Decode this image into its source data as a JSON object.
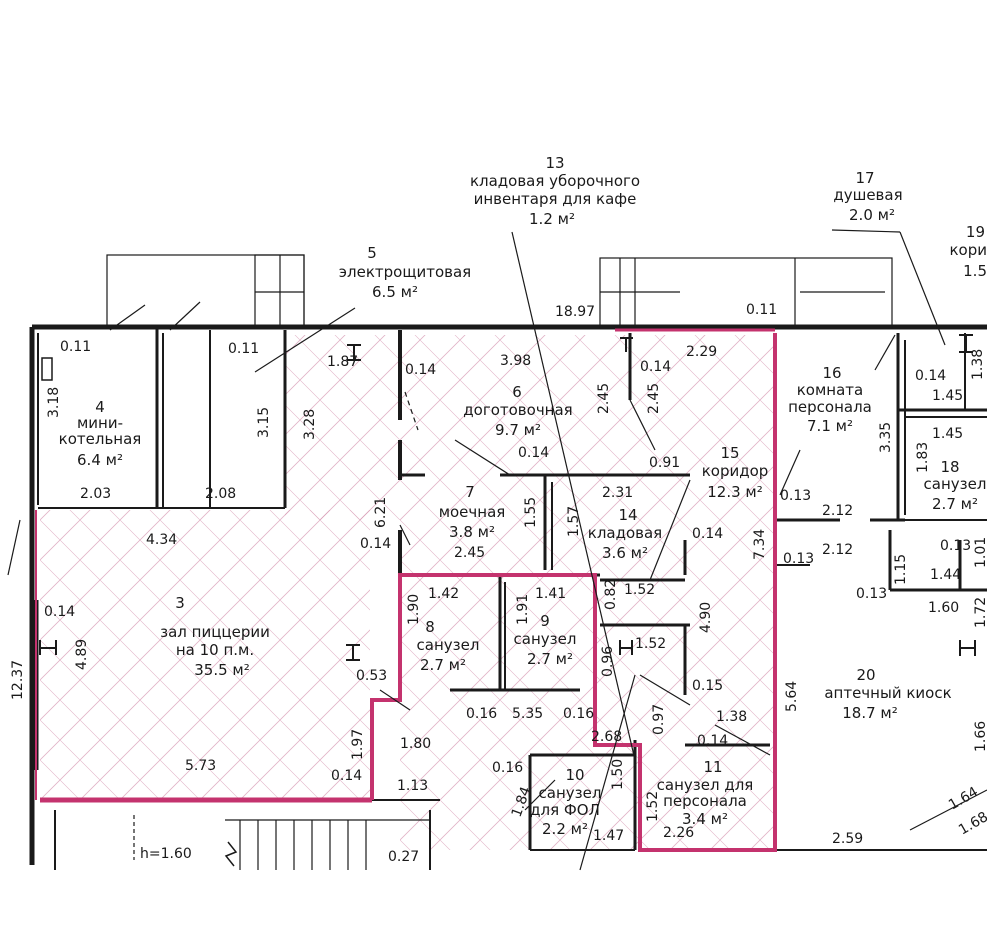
{
  "rooms": [
    {
      "id": "r3",
      "number": "3",
      "name1": "зал пиццерии",
      "name2": "на 10 п.м.",
      "area": "35.5 м²"
    },
    {
      "id": "r4",
      "number": "4",
      "name1": "мини-",
      "name2": "котельная",
      "area": "6.4 м²"
    },
    {
      "id": "r5",
      "number": "5",
      "name1": "электрощитовая",
      "name2": "",
      "area": "6.5 м²"
    },
    {
      "id": "r6",
      "number": "6",
      "name1": "доготовочная",
      "name2": "",
      "area": "9.7 м²"
    },
    {
      "id": "r7",
      "number": "7",
      "name1": "моечная",
      "name2": "",
      "area": "3.8 м²"
    },
    {
      "id": "r8",
      "number": "8",
      "name1": "санузел",
      "name2": "",
      "area": "2.7 м²"
    },
    {
      "id": "r9",
      "number": "9",
      "name1": "санузел",
      "name2": "",
      "area": "2.7 м²"
    },
    {
      "id": "r10",
      "number": "10",
      "name1": "санузел",
      "name2": "для ФОЛ",
      "area": "2.2 м²"
    },
    {
      "id": "r11",
      "number": "11",
      "name1": "санузел для",
      "name2": "персонала",
      "area": "3.4 м²"
    },
    {
      "id": "r13",
      "number": "13",
      "name1": "кладовая уборочного",
      "name2": "инвентаря для кафе",
      "area": "1.2 м²"
    },
    {
      "id": "r14",
      "number": "14",
      "name1": "кладовая",
      "name2": "",
      "area": "3.6 м²"
    },
    {
      "id": "r15",
      "number": "15",
      "name1": "коридор",
      "name2": "",
      "area": "12.3 м²"
    },
    {
      "id": "r16",
      "number": "16",
      "name1": "комната",
      "name2": "персонала",
      "area": "7.1 м²"
    },
    {
      "id": "r17",
      "number": "17",
      "name1": "душевая",
      "name2": "",
      "area": "2.0 м²"
    },
    {
      "id": "r18",
      "number": "18",
      "name1": "санузел",
      "name2": "",
      "area": "2.7 м²"
    },
    {
      "id": "r19",
      "number": "19",
      "name1": "кори",
      "name2": "",
      "area": "1.5"
    },
    {
      "id": "r20",
      "number": "20",
      "name1": "аптечный киоск",
      "name2": "",
      "area": "18.7 м²"
    }
  ],
  "dimensions": [
    {
      "id": "d1",
      "text": "0.11"
    },
    {
      "id": "d2",
      "text": "0.11"
    },
    {
      "id": "d3",
      "text": "1.87"
    },
    {
      "id": "d4",
      "text": "0.14"
    },
    {
      "id": "d5",
      "text": "3.98"
    },
    {
      "id": "d6",
      "text": "18.97"
    },
    {
      "id": "d7",
      "text": "0.11"
    },
    {
      "id": "d8",
      "text": "0.14"
    },
    {
      "id": "d9",
      "text": "2.29"
    },
    {
      "id": "d10",
      "text": "0.14"
    },
    {
      "id": "d11",
      "text": "1.38"
    },
    {
      "id": "d12",
      "text": "3.18"
    },
    {
      "id": "d13",
      "text": "3.15"
    },
    {
      "id": "d14",
      "text": "3.28"
    },
    {
      "id": "d15",
      "text": "2.45"
    },
    {
      "id": "d16",
      "text": "2.45"
    },
    {
      "id": "d17",
      "text": "1.45"
    },
    {
      "id": "d18",
      "text": "3.35"
    },
    {
      "id": "d19",
      "text": "1.45"
    },
    {
      "id": "d20",
      "text": "0.14"
    },
    {
      "id": "d21",
      "text": "0.91"
    },
    {
      "id": "d22",
      "text": "1.83"
    },
    {
      "id": "d23",
      "text": "2.03"
    },
    {
      "id": "d24",
      "text": "2.08"
    },
    {
      "id": "d25",
      "text": "2.31"
    },
    {
      "id": "d26",
      "text": "0.13"
    },
    {
      "id": "d27",
      "text": "2.12"
    },
    {
      "id": "d28",
      "text": "0.13"
    },
    {
      "id": "d29",
      "text": "6.21"
    },
    {
      "id": "d30",
      "text": "1.55"
    },
    {
      "id": "d31",
      "text": "1.57"
    },
    {
      "id": "d32",
      "text": "0.14"
    },
    {
      "id": "d33",
      "text": "4.34"
    },
    {
      "id": "d34",
      "text": "0.14"
    },
    {
      "id": "d35",
      "text": "2.45"
    },
    {
      "id": "d36",
      "text": "7.34"
    },
    {
      "id": "d37",
      "text": "0.13"
    },
    {
      "id": "d38",
      "text": "2.12"
    },
    {
      "id": "d39",
      "text": "1.15"
    },
    {
      "id": "d40",
      "text": "1.01"
    },
    {
      "id": "d41",
      "text": "1.44"
    },
    {
      "id": "d42",
      "text": "1.42"
    },
    {
      "id": "d43",
      "text": "1.41"
    },
    {
      "id": "d44",
      "text": "0.82"
    },
    {
      "id": "d45",
      "text": "1.52"
    },
    {
      "id": "d46",
      "text": "0.13"
    },
    {
      "id": "d47",
      "text": "1.60"
    },
    {
      "id": "d48",
      "text": "0.14"
    },
    {
      "id": "d49",
      "text": "1.90"
    },
    {
      "id": "d50",
      "text": "1.91"
    },
    {
      "id": "d51",
      "text": "4.90"
    },
    {
      "id": "d52",
      "text": "12.37"
    },
    {
      "id": "d53",
      "text": "4.89"
    },
    {
      "id": "d54",
      "text": "1.52"
    },
    {
      "id": "d55",
      "text": "1.72"
    },
    {
      "id": "d56",
      "text": "0.96"
    },
    {
      "id": "d57",
      "text": "0.53"
    },
    {
      "id": "d58",
      "text": "0.15"
    },
    {
      "id": "d59",
      "text": "5.64"
    },
    {
      "id": "d60",
      "text": "0.16"
    },
    {
      "id": "d61",
      "text": "5.35"
    },
    {
      "id": "d62",
      "text": "0.16"
    },
    {
      "id": "d63",
      "text": "1.38"
    },
    {
      "id": "d64",
      "text": "1.97"
    },
    {
      "id": "d65",
      "text": "1.80"
    },
    {
      "id": "d66",
      "text": "0.97"
    },
    {
      "id": "d67",
      "text": "2.68"
    },
    {
      "id": "d68",
      "text": "0.14"
    },
    {
      "id": "d69",
      "text": "1.66"
    },
    {
      "id": "d70",
      "text": "5.73"
    },
    {
      "id": "d71",
      "text": "0.16"
    },
    {
      "id": "d72",
      "text": "0.14"
    },
    {
      "id": "d73",
      "text": "1.13"
    },
    {
      "id": "d74",
      "text": "1.50"
    },
    {
      "id": "d75",
      "text": "1.84"
    },
    {
      "id": "d76",
      "text": "1.64"
    },
    {
      "id": "d77",
      "text": "1.52"
    },
    {
      "id": "d78",
      "text": "1.47"
    },
    {
      "id": "d79",
      "text": "2.26"
    },
    {
      "id": "d80",
      "text": "2.59"
    },
    {
      "id": "d81",
      "text": "1.68"
    },
    {
      "id": "d82",
      "text": "h=1.60"
    },
    {
      "id": "d83",
      "text": "0.27"
    }
  ],
  "colors": {
    "ink": "#1a1a1a",
    "markup": "#c4336e"
  }
}
